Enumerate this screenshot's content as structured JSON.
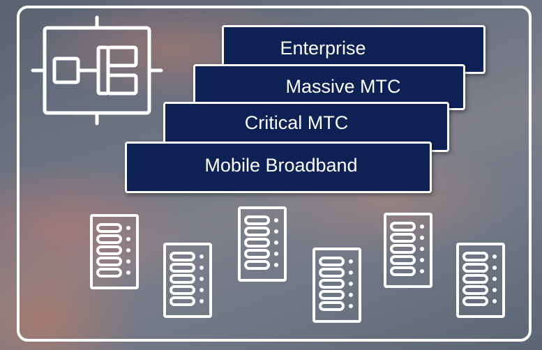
{
  "layers": [
    {
      "label": "Enterprise"
    },
    {
      "label": "Massive MTC"
    },
    {
      "label": "Critical MTC"
    },
    {
      "label": "Mobile Broadband"
    }
  ],
  "icons": {
    "logo": "network-slice-diagram-icon",
    "server": "server-rack-icon"
  },
  "colors": {
    "panel": "#0e2155",
    "stroke": "#ffffff"
  }
}
